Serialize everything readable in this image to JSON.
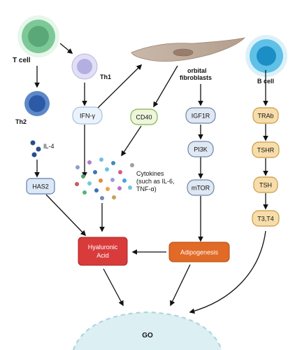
{
  "cells": {
    "t_cell": "T cell",
    "th1": "Th1",
    "th2": "Th2",
    "b_cell": "B cell",
    "il4": "IL-4"
  },
  "fibroblast": {
    "line1": "orbital",
    "line2": "fibroblasts"
  },
  "boxes": {
    "ifn": "IFN-γ",
    "cd40": "CD40",
    "igf1r": "IGF1R",
    "pi3k": "PI3K",
    "mtor": "mTOR",
    "has2": "HAS2",
    "trab": "TRAb",
    "tshr": "TSHR",
    "tsh": "TSH",
    "t3t4": "T3,T4",
    "hyaluronic_line1": "Hyaluronic",
    "hyaluronic_line2": "Acid",
    "adipogenesis": "Adipogenesis"
  },
  "cytokines": {
    "line1": "Cytokines",
    "line2": "(such as IL-6,",
    "line3": "TNF-α)"
  },
  "go_label": "GO",
  "colors": {
    "t_cell": "#5fb87f",
    "th1": "#a9a6d9",
    "th2": "#3e6bb3",
    "b_cell": "#3aa6d6",
    "hyaluronic": "#d93b3b",
    "adipogenesis": "#e06a26",
    "go_dome": "#d7ecf0",
    "yellow_box": "#f6dba3"
  }
}
